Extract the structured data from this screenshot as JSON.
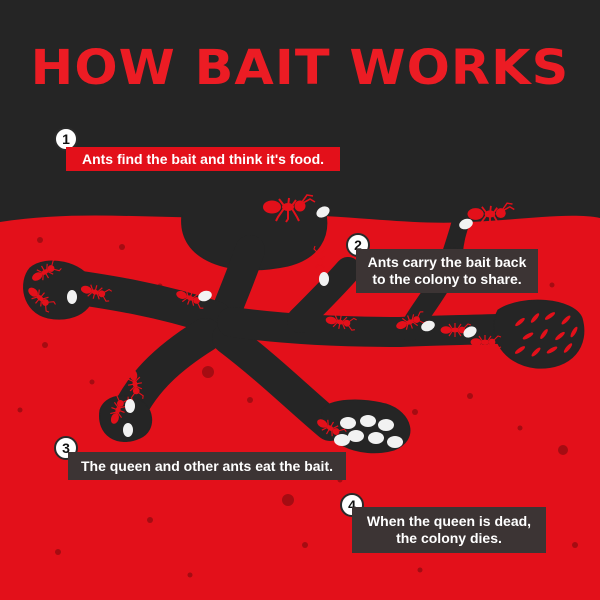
{
  "title": "HOW BAIT WORKS",
  "colors": {
    "dark_background": "#252525",
    "soil_red": "#e3101a",
    "title_red": "#ec1c24",
    "caption_dark": "#3c3434",
    "bait_white": "#f2f2f2"
  },
  "steps": [
    {
      "number": "1",
      "lines": [
        "Ants find the bait and think it's food."
      ]
    },
    {
      "number": "2",
      "lines": [
        "Ants carry the bait back",
        "to the colony to share."
      ]
    },
    {
      "number": "3",
      "lines": [
        "The queen and other ants eat the bait."
      ]
    },
    {
      "number": "4",
      "lines": [
        "When the queen is dead,",
        "the colony dies."
      ]
    }
  ],
  "icons": [
    "ant-icon",
    "bait-pellet-icon",
    "egg-icon",
    "larva-icon"
  ]
}
